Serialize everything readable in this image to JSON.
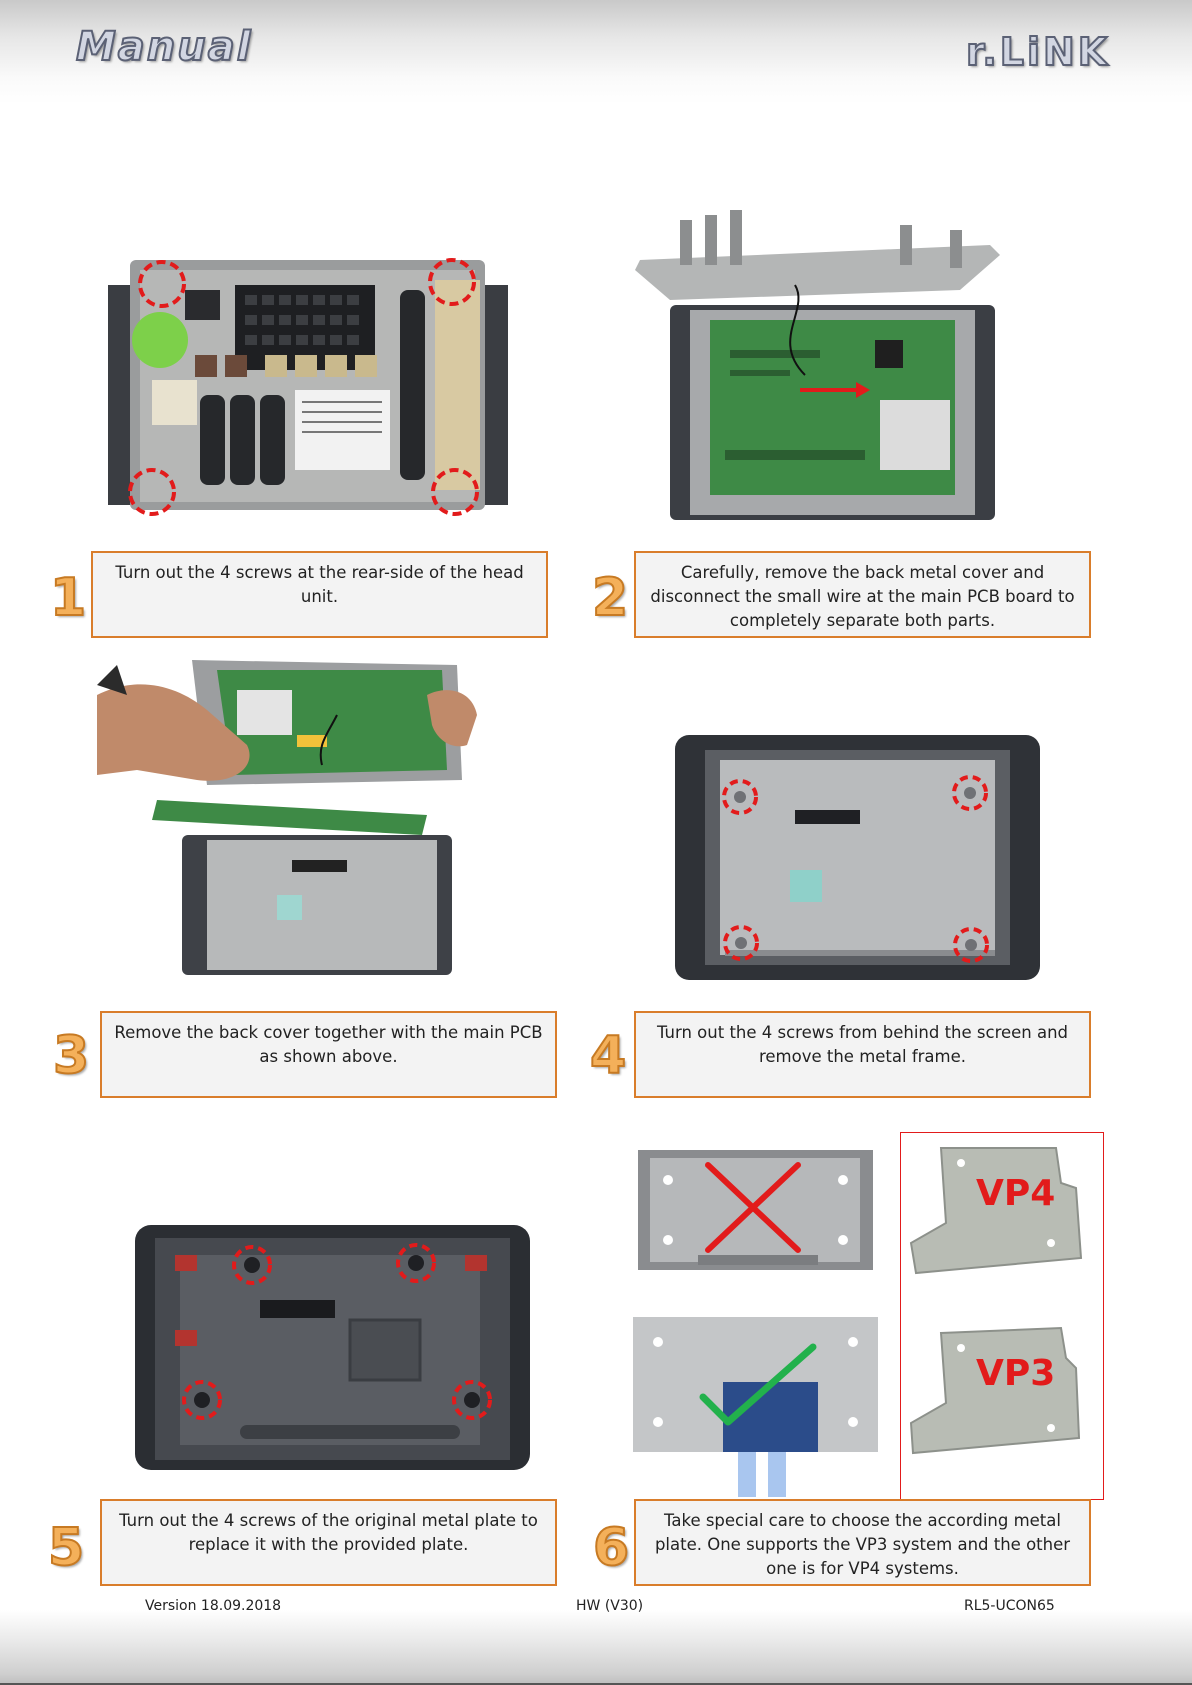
{
  "header": {
    "left_logo": "Manual",
    "right_logo": "r.LiNK"
  },
  "steps": [
    {
      "number": "1",
      "text": "Turn out the 4 screws at the rear-side of the head unit."
    },
    {
      "number": "2",
      "text": "Carefully, remove the back metal cover and disconnect the small wire at the main PCB board to completely separate both parts."
    },
    {
      "number": "3",
      "text": "Remove the back cover together with the main PCB as shown above."
    },
    {
      "number": "4",
      "text": "Turn out the 4 screws from behind the screen and remove the metal frame."
    },
    {
      "number": "5",
      "text": "Turn out the 4 screws of the original metal plate to replace it with the provided plate."
    },
    {
      "number": "6",
      "text": "Take special care to choose the according metal plate. One supports the VP3 system and the other one is for VP4 systems."
    }
  ],
  "plates": {
    "vp4_label": "VP4",
    "vp3_label": "VP3"
  },
  "colors": {
    "step_border": "#d97d2b",
    "step_number": "#f4b05a",
    "marker_red": "#e21b1b",
    "check_green": "#22b14c"
  },
  "footer": {
    "version": "Version 18.09.2018",
    "hardware": "HW (V30)",
    "product": "RL5-UCON65"
  }
}
